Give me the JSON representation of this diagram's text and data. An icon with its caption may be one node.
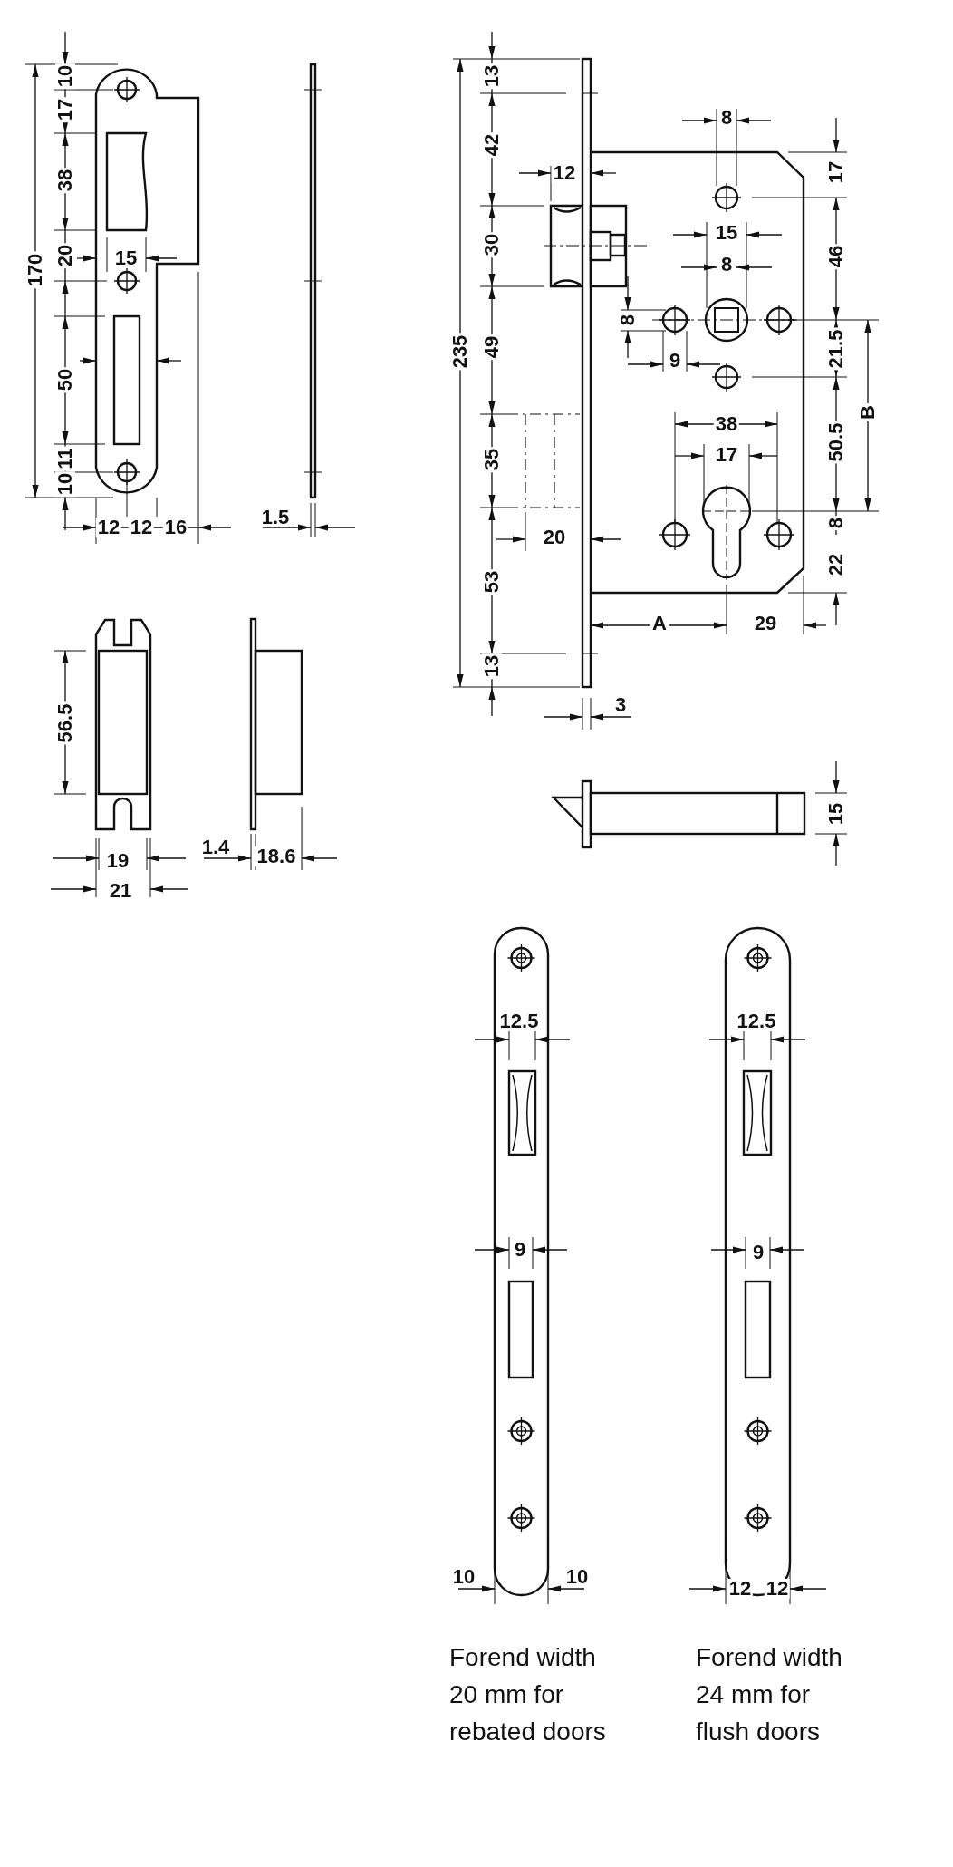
{
  "diagram": {
    "labels": [
      "10",
      "17",
      "38",
      "20",
      "15",
      "170",
      "50",
      "11",
      "10",
      "12",
      "12",
      "16",
      "1.5",
      "13",
      "8",
      "42",
      "12",
      "17",
      "30",
      "15",
      "8",
      "46",
      "8",
      "235",
      "49",
      "21.5",
      "9",
      "B",
      "38",
      "50.5",
      "17",
      "35",
      "8",
      "20",
      "22",
      "53",
      "A",
      "29",
      "13",
      "3",
      "15",
      "56.5",
      "19",
      "21",
      "1.4",
      "18.6",
      "12.5",
      "12.5",
      "9",
      "9",
      "10",
      "10",
      "12",
      "12",
      "Forend width 20 mm for rebated doors",
      "Forend width 24 mm for flush doors"
    ]
  }
}
